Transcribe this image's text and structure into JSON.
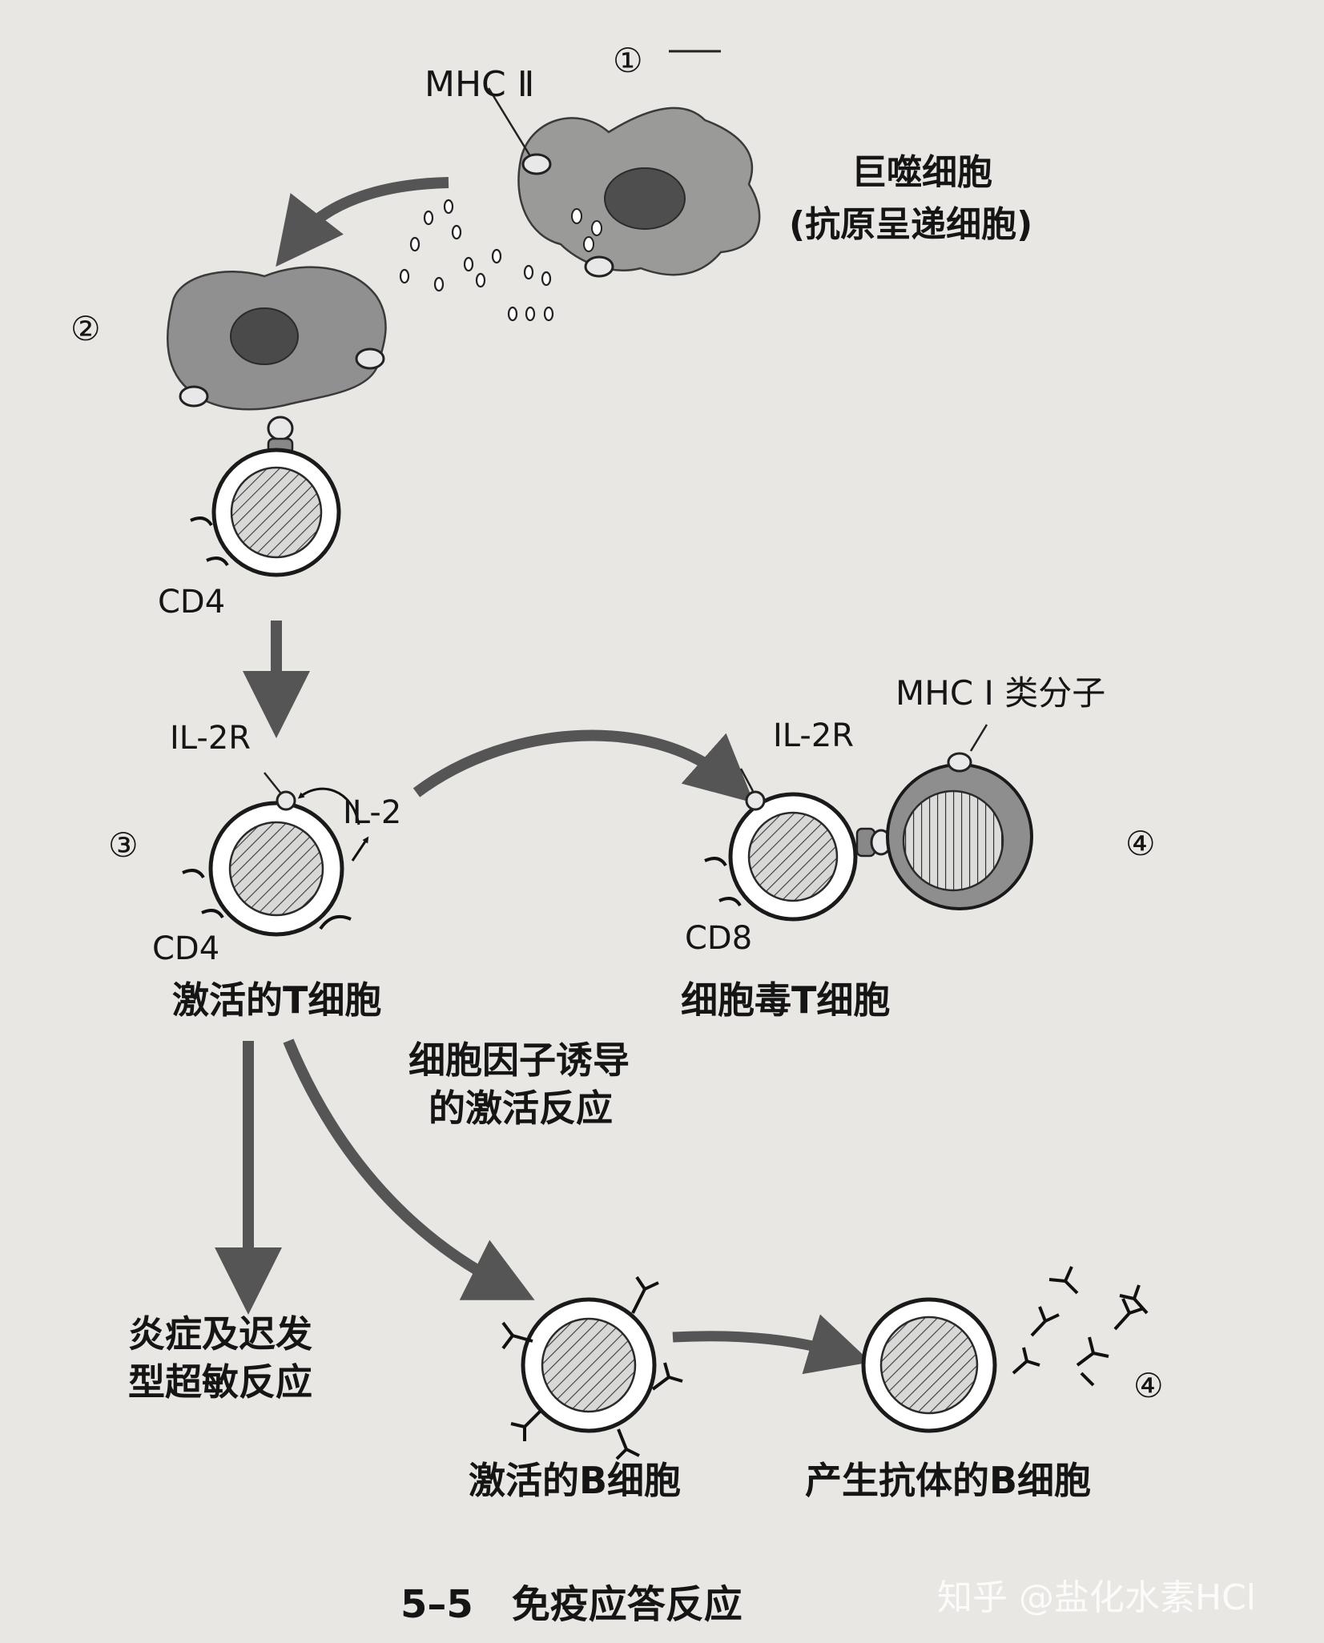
{
  "labels": {
    "step1": "①",
    "step2": "②",
    "step3": "③",
    "step4a": "④",
    "step4b": "④",
    "mhc2": "MHC Ⅱ",
    "macrophage_line1": "巨噬细胞",
    "macrophage_line2": "(抗原呈递细胞)",
    "cd4_top": "CD4",
    "il2r_left": "IL-2R",
    "il2": "IL-2",
    "cd4_mid": "CD4",
    "activated_t": "激活的T细胞",
    "il2r_right": "IL-2R",
    "mhc1": "MHC Ⅰ 类分子",
    "cd8": "CD8",
    "cytotoxic_t": "细胞毒T细胞",
    "cytokine_line1": "细胞因子诱导",
    "cytokine_line2": "的激活反应",
    "inflammation_line1": "炎症及迟发",
    "inflammation_line2": "型超敏反应",
    "activated_b": "激活的B细胞",
    "antibody_b": "产生抗体的B细胞",
    "caption": "5–5　免疫应答反应",
    "watermark": "知乎 @盐化水素HCl"
  }
}
